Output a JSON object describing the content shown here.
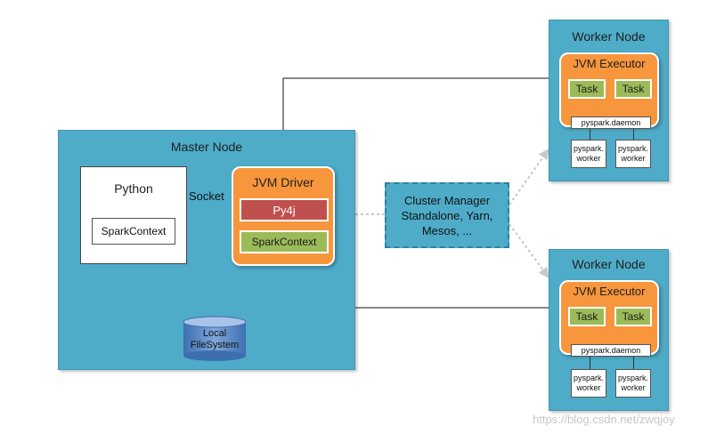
{
  "master": {
    "title": "Master Node",
    "python": {
      "title": "Python",
      "spark_context": "SparkContext"
    },
    "socket_label": "Socket",
    "driver": {
      "title": "JVM Driver",
      "py4j": "Py4j",
      "spark_context": "SparkContext"
    },
    "filesystem": {
      "line1": "Local",
      "line2": "FileSystem"
    }
  },
  "cluster_manager": {
    "line1": "Cluster Manager",
    "line2": "Standalone, Yarn,",
    "line3": "Mesos, ..."
  },
  "workers": [
    {
      "title": "Worker Node",
      "executor_title": "JVM Executor",
      "tasks": [
        "Task",
        "Task"
      ],
      "daemon": "pyspark.daemon",
      "pyworkers": [
        {
          "line1": "pyspark.",
          "line2": "worker"
        },
        {
          "line1": "pyspark.",
          "line2": "worker"
        }
      ]
    },
    {
      "title": "Worker Node",
      "executor_title": "JVM Executor",
      "tasks": [
        "Task",
        "Task"
      ],
      "daemon": "pyspark.daemon",
      "pyworkers": [
        {
          "line1": "pyspark.",
          "line2": "worker"
        },
        {
          "line1": "pyspark.",
          "line2": "worker"
        }
      ]
    }
  ],
  "watermark": "https://blog.csdn.net/zwqjoy",
  "colors": {
    "container": "#4eacc9",
    "executor": "#f7963c",
    "task": "#9bbb59",
    "py4j": "#c0504d",
    "filesystem": "#4f81bd"
  }
}
